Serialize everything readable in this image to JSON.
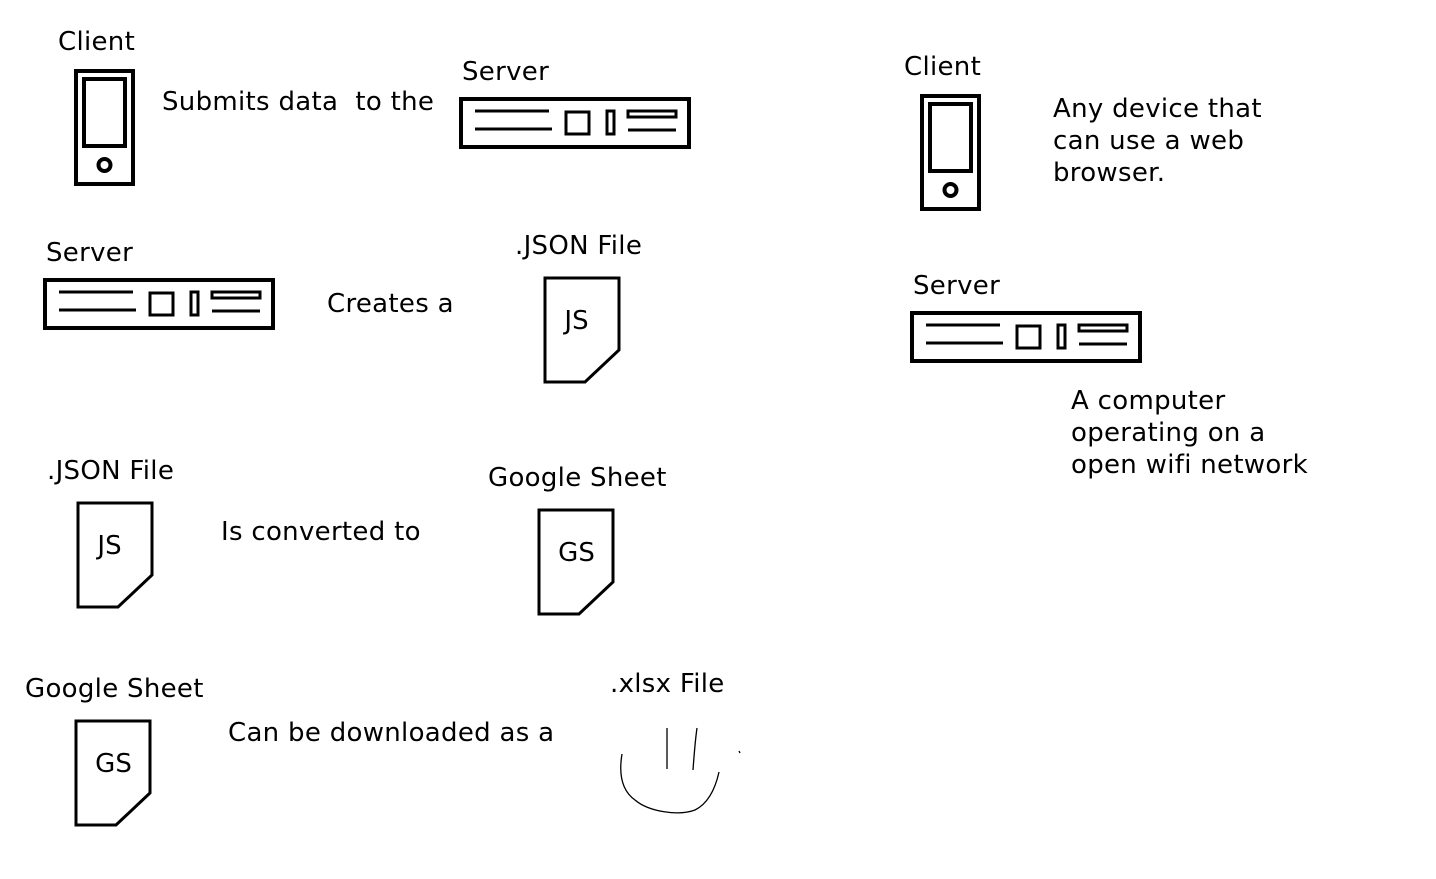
{
  "colors": {
    "background": "#ffffff",
    "ink": "#000000"
  },
  "icons": {
    "client": "phone-icon",
    "server": "server-rack-icon",
    "json_file": "document-icon",
    "google_sheet": "document-icon",
    "xlsx_file": "hand-drawn-sketch-icon"
  },
  "steps": [
    {
      "from_label": "Client",
      "verb": "Submits data  to the",
      "to_label": "Server"
    },
    {
      "from_label": "Server",
      "verb": "Creates a",
      "to_label": ".JSON File",
      "to_glyph": "JS"
    },
    {
      "from_label": ".JSON File",
      "from_glyph": "JS",
      "verb": "Is converted to",
      "to_label": "Google Sheet",
      "to_glyph": "GS"
    },
    {
      "from_label": "Google Sheet",
      "from_glyph": "GS",
      "verb": "Can be downloaded as a",
      "to_label": ".xlsx File"
    }
  ],
  "legend": {
    "client": {
      "label": "Client",
      "description": "Any device that\ncan use a web\nbrowser."
    },
    "server": {
      "label": "Server",
      "description": "A computer\noperating on a\nopen wifi network"
    }
  }
}
